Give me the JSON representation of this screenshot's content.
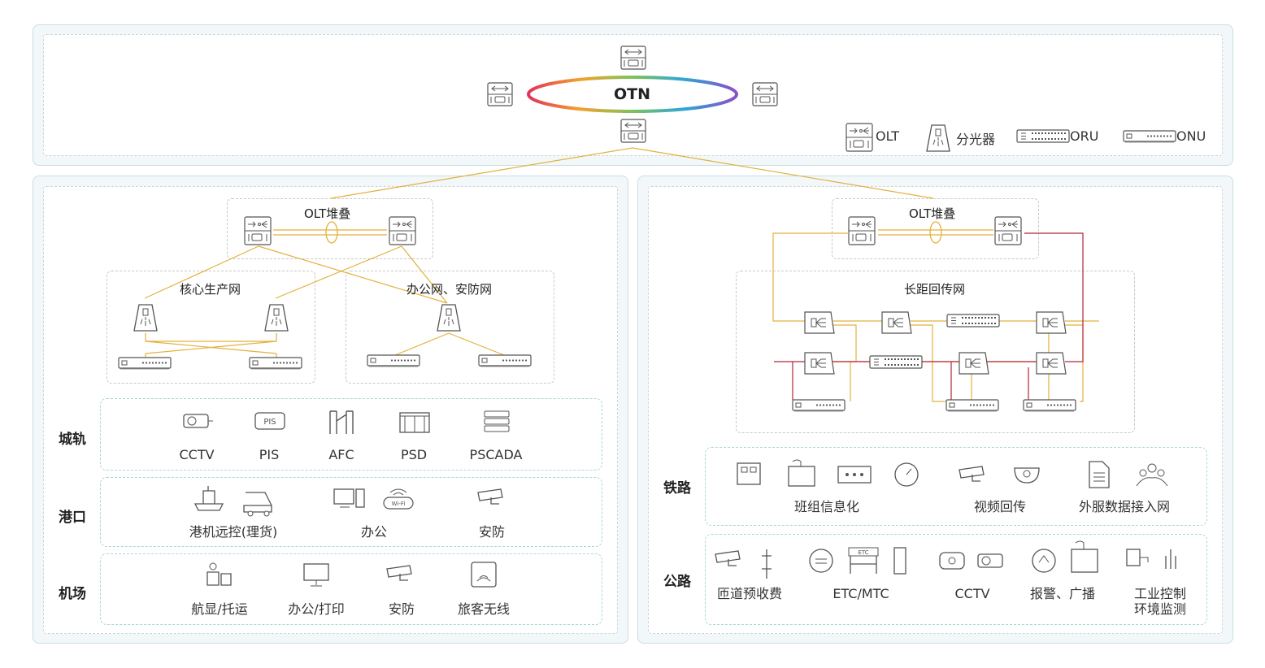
{
  "top": {
    "ring_label": "OTN"
  },
  "legend": [
    {
      "icon": "olt-icon",
      "label": "OLT"
    },
    {
      "icon": "splitter-icon",
      "label": "分光器"
    },
    {
      "icon": "oru-icon",
      "label": "ORU"
    },
    {
      "icon": "onu-icon",
      "label": "ONU"
    }
  ],
  "left": {
    "olt_stack_title": "OLT堆叠",
    "group1_title": "核心生产网",
    "group2_title": "办公网、安防网",
    "rows": [
      {
        "label": "城轨",
        "items": [
          "CCTV",
          "PIS",
          "AFC",
          "PSD",
          "PSCADA"
        ]
      },
      {
        "label": "港口",
        "items": [
          "港机远控(理货)",
          "办公",
          "安防"
        ]
      },
      {
        "label": "机场",
        "items": [
          "航显/托运",
          "办公/打印",
          "安防",
          "旅客无线"
        ]
      }
    ]
  },
  "right": {
    "olt_stack_title": "OLT堆叠",
    "network_title": "长距回传网",
    "rows": [
      {
        "label": "铁路",
        "items": [
          "班组信息化",
          "视频回传",
          "外服数据接入网"
        ]
      },
      {
        "label": "公路",
        "items": [
          "匝道预收费",
          "ETC/MTC",
          "CCTV",
          "报警、广播",
          "工业控制",
          "环境监测"
        ]
      }
    ]
  },
  "colors": {
    "accent_line": "#e3b13c",
    "red_line": "#b5263a",
    "border": "#c9dde3"
  }
}
